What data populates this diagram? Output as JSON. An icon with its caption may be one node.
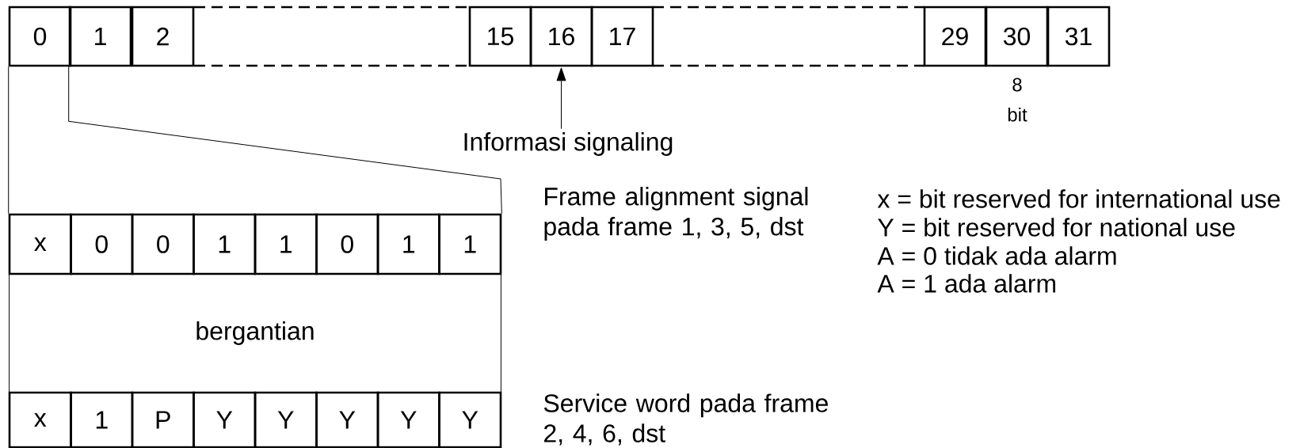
{
  "diagram": {
    "nodes": [
      {
        "text": [
          "0"
        ]
      },
      {
        "text": [
          "1"
        ]
      },
      {
        "text": [
          "2"
        ]
      },
      {
        "text": [
          "15"
        ]
      },
      {
        "text": [
          "16"
        ]
      },
      {
        "text": [
          "17"
        ]
      },
      {
        "text": [
          "29"
        ]
      },
      {
        "text": [
          "30"
        ]
      },
      {
        "text": [
          "31"
        ]
      },
      {
        "text": [
          "Informasi signaling"
        ]
      },
      {
        "text": [
          "x"
        ]
      },
      {
        "text": [
          "0"
        ]
      },
      {
        "text": [
          "0"
        ]
      },
      {
        "text": [
          "1"
        ]
      },
      {
        "text": [
          "1"
        ]
      },
      {
        "text": [
          "0"
        ]
      },
      {
        "text": [
          "1"
        ]
      },
      {
        "text": [
          "1"
        ]
      },
      {
        "text": [
          "bergantian"
        ]
      },
      {
        "text": [
          "x"
        ]
      },
      {
        "text": [
          "1"
        ]
      },
      {
        "text": [
          "P"
        ]
      },
      {
        "text": [
          "Y"
        ]
      },
      {
        "text": [
          "Y"
        ]
      },
      {
        "text": [
          "Y"
        ]
      },
      {
        "text": [
          "Y"
        ]
      },
      {
        "text": [
          "Y"
        ]
      }
    ],
    "edges": [
      {
        "from": 9,
        "to": 4,
        "arrow": "to"
      },
      {
        "from": 0,
        "to": 10,
        "arrow": "none"
      },
      {
        "from": 1,
        "to": 17,
        "arrow": "none"
      }
    ],
    "labels": [
      "8 bit",
      "Frame alignment signal pada frame 1, 3, 5, dst",
      "Service word  pada frame 2, 4, 6, dst",
      "x = bit reserved for international use",
      "Y = bit reserved for national use",
      "A = 0   tidak ada alarm",
      "A = 1   ada alarm"
    ]
  }
}
